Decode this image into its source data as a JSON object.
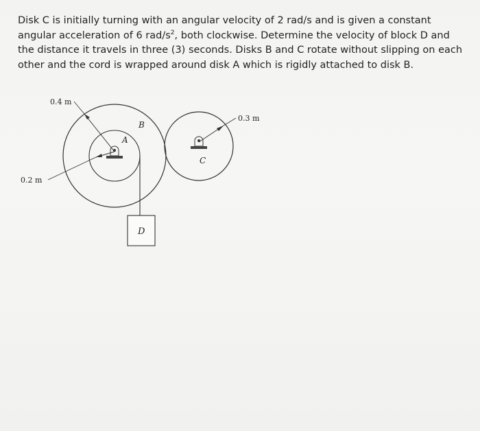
{
  "problem": {
    "text_part1": "Disk C is initially turning with an angular velocity of 2 rad/s and is given a constant angular acceleration of 6 rad/s",
    "superscript": "2",
    "text_part2": ", both clockwise. Determine the velocity of block D and the distance it travels in three (3) seconds. Disks B and C rotate without slipping on each other and the cord is wrapped around disk A which is rigidly attached to disk B."
  },
  "figure": {
    "dim_outer_radius": "0.4 m",
    "dim_inner_radius": "0.2 m",
    "dim_c_radius": "0.3 m",
    "label_disk_a": "A",
    "label_disk_b": "B",
    "label_disk_c": "C",
    "label_block_d": "D"
  }
}
